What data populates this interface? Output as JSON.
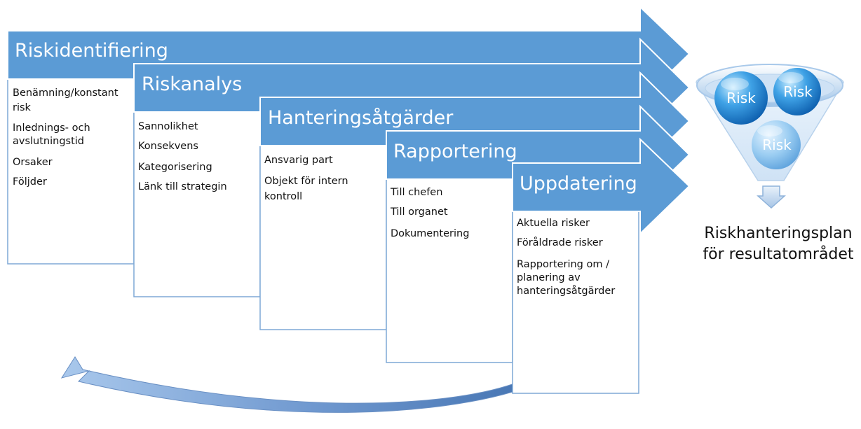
{
  "colors": {
    "accent": "#5b9bd5",
    "box_border": "#7fa9d6",
    "cycle_arrow": "#5a86c0"
  },
  "stages": [
    {
      "title": "Riskidentifiering",
      "items": [
        "Benämning/konstant risk",
        "Inlednings- och avslutningstid",
        "Orsaker",
        "Följder"
      ]
    },
    {
      "title": "Riskanalys",
      "items": [
        "Sannolikhet",
        "Konsekvens",
        "Kategorisering",
        "Länk till strategin"
      ]
    },
    {
      "title": "Hanteringsåtgärder",
      "items": [
        "Ansvarig part",
        "Objekt för intern kontroll"
      ]
    },
    {
      "title": "Rapportering",
      "items": [
        "Till chefen",
        "Till organet",
        "Dokumentering"
      ]
    },
    {
      "title": "Uppdatering",
      "items": [
        "Aktuella risker",
        "Föråldrade risker",
        "Rapportering om / planering av hanteringsåtgärder"
      ]
    }
  ],
  "funnel": {
    "risk_labels": [
      "Risk",
      "Risk",
      "Risk"
    ],
    "output_icon": "down-arrow-icon",
    "output_label_line1": "Riskhanteringsplan",
    "output_label_line2": "för resultatområdet"
  },
  "cycle_icon": "curved-return-arrow-icon"
}
